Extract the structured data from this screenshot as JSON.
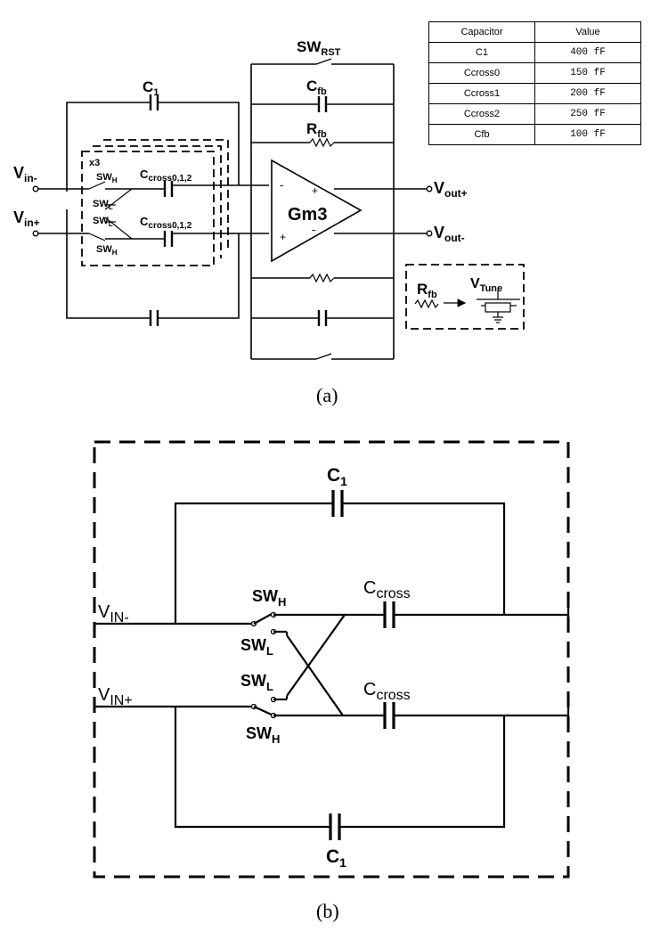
{
  "panel_a": {
    "caption": "(a)",
    "table": {
      "headers": [
        "Capacitor",
        "Value"
      ],
      "rows": [
        {
          "name": "C1",
          "value": "400 fF"
        },
        {
          "name": "Ccross0",
          "value": "150 fF"
        },
        {
          "name": "Ccross1",
          "value": "200 fF"
        },
        {
          "name": "Ccross2",
          "value": "250 fF"
        },
        {
          "name": "Cfb",
          "value": "100 fF"
        }
      ]
    },
    "labels": {
      "sw_rst": "SW",
      "sw_rst_sub": "RST",
      "c1": "C",
      "c1_sub": "1",
      "cfb": "C",
      "cfb_sub": "fb",
      "rfb": "R",
      "rfb_sub": "fb",
      "x3": "x3",
      "swh": "SW",
      "swh_sub": "H",
      "swl": "SW",
      "swl_sub": "L",
      "ccross": "C",
      "ccross_sub": "cross0,1,2",
      "vin_minus": "V",
      "vin_minus_sub": "in-",
      "vin_plus": "V",
      "vin_plus_sub": "in+",
      "vout_plus": "V",
      "vout_plus_sub": "out+",
      "vout_minus": "V",
      "vout_minus_sub": "out-",
      "amp": "Gm3",
      "minus": "-",
      "plus": "+",
      "inset_rfb": "R",
      "inset_rfb_sub": "fb",
      "vtune": "V",
      "vtune_sub": "Tune"
    }
  },
  "panel_b": {
    "caption": "(b)",
    "labels": {
      "c1": "C",
      "c1_sub": "1",
      "ccross": "C",
      "ccross_sub": "cross",
      "vin_minus": "V",
      "vin_minus_sub": "IN-",
      "vin_plus": "V",
      "vin_plus_sub": "IN+",
      "swh": "SW",
      "swh_sub": "H",
      "swl": "SW",
      "swl_sub": "L"
    }
  }
}
